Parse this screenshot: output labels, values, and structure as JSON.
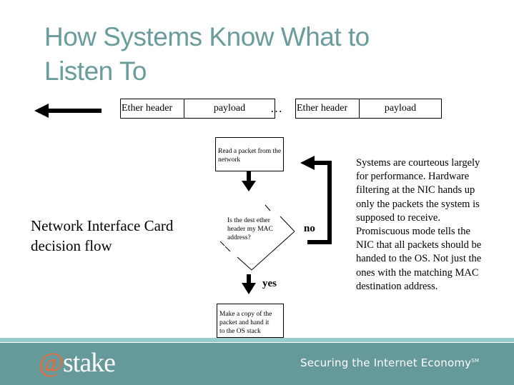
{
  "slide": {
    "title_line1": "How Systems Know What to",
    "title_line2": "Listen To"
  },
  "frames": [
    {
      "header": "Ether header",
      "payload": "payload"
    },
    {
      "header": "Ether header",
      "payload": "payload"
    }
  ],
  "frames_separator": "…",
  "flow": {
    "step_read": "Read a packet from the network",
    "decision_line1": "Is the dest ether",
    "decision_line2": "header my MAC",
    "decision_line3": "address?",
    "label_no": "no",
    "label_yes": "yes",
    "step_copy_line1": "Make a copy of the",
    "step_copy_line2": "packet and hand it",
    "step_copy_line3": "to the OS stack"
  },
  "caption": {
    "line1": "Network Interface Card",
    "line2": "decision flow"
  },
  "notes": "Systems are courteous largely for performance. Hardware filtering at the NIC hands up only the packets the system is supposed to receive. Promiscuous mode tells the NIC that all packets should be handed to the OS. Not just the ones with the matching MAC destination address.",
  "footer": {
    "logo_at": "@",
    "logo_text": "stake",
    "tagline": "Securing the Internet Economy",
    "tagline_mark": "SM",
    "colors": {
      "band_light": "#99cccc",
      "band_dark": "#669999",
      "logo_accent": "#ee6633",
      "title": "#6a9c9c"
    }
  },
  "icons": [
    "arrow-left-icon",
    "arrow-down-icon",
    "loop-back-arrow-icon"
  ]
}
